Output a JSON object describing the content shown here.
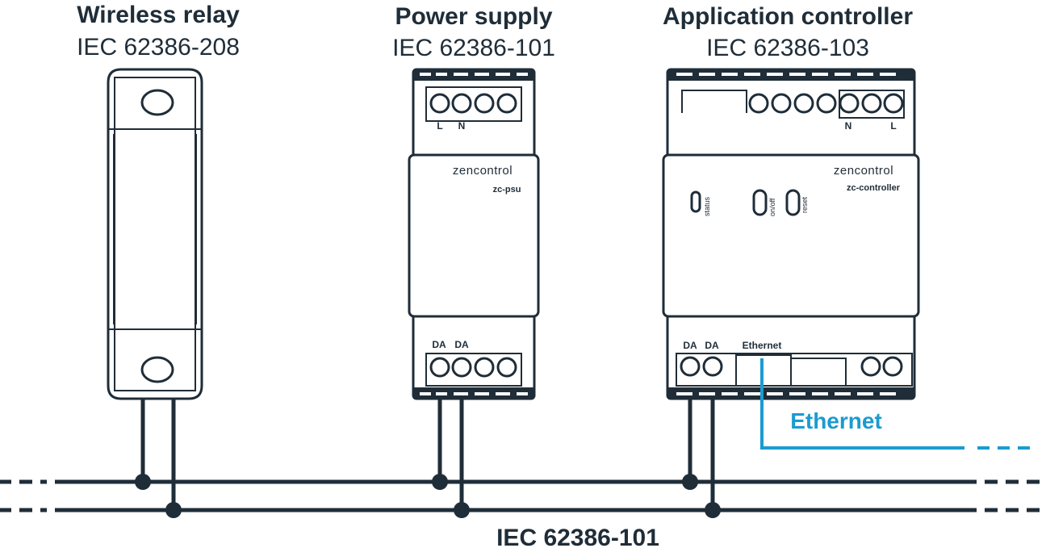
{
  "devices": {
    "relay": {
      "title": "Wireless relay",
      "standard": "IEC 62386-208"
    },
    "psu": {
      "title": "Power supply",
      "standard": "IEC 62386-101",
      "brand": "zencontrol",
      "model": "zc-psu",
      "top_terminals": [
        "L",
        "N"
      ],
      "bottom_terminals": [
        "DA",
        "DA"
      ]
    },
    "controller": {
      "title": "Application controller",
      "standard": "IEC 62386-103",
      "brand": "zencontrol",
      "model": "zc-controller",
      "top_terminals": [
        "N",
        "L"
      ],
      "bottom_terminals": [
        "DA",
        "DA"
      ],
      "ethernet_port_label": "Ethernet",
      "indicators": [
        "status",
        "on/off",
        "reset"
      ]
    }
  },
  "ethernet_label": "Ethernet",
  "bus_label": "IEC 62386-101",
  "colors": {
    "line": "#1f2d38",
    "ethernet": "#1b9bd1",
    "background": "#ffffff"
  }
}
